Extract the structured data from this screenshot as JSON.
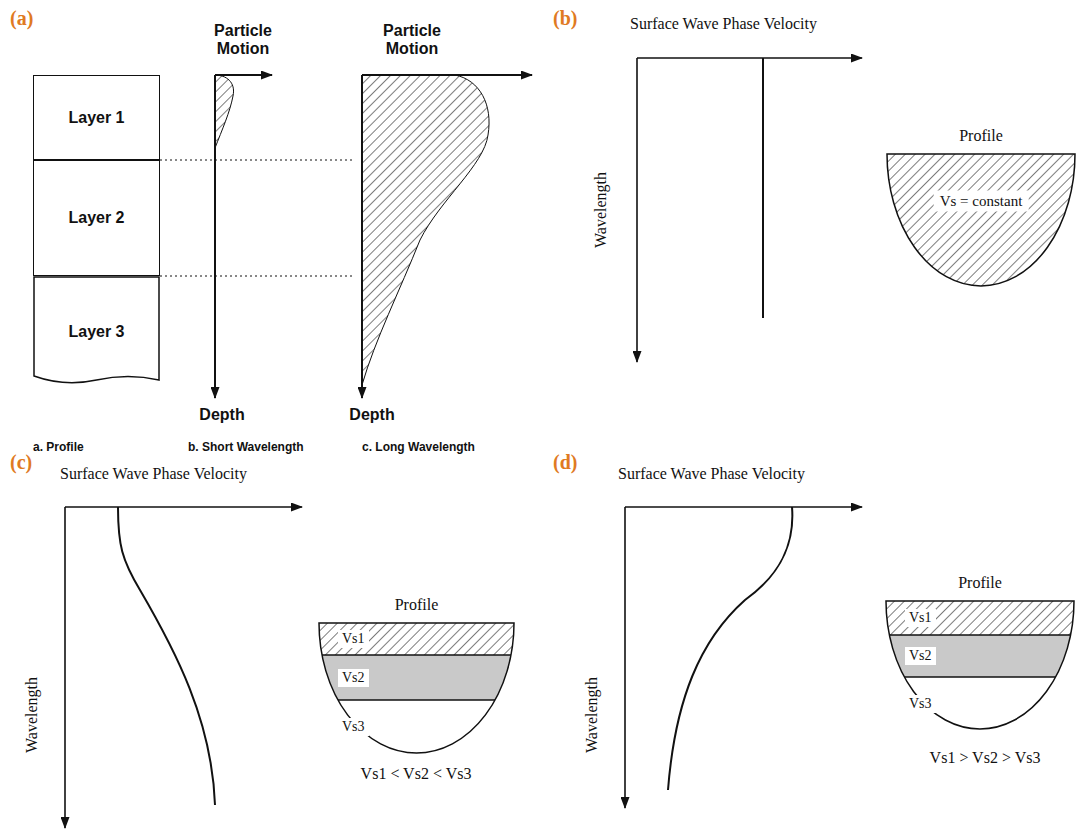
{
  "diagram": {
    "nodes": [
      {
        "text": [
          "Layer 1"
        ]
      },
      {
        "text": [
          "Layer 2"
        ]
      },
      {
        "text": [
          "Layer 3"
        ]
      },
      {
        "text": [
          "Profile",
          "Vs = constant"
        ]
      },
      {
        "text": [
          "Profile"
        ]
      },
      {
        "text": [
          "Vs1"
        ],
        "in": 4
      },
      {
        "text": [
          "Vs2"
        ],
        "in": 4
      },
      {
        "text": [
          "Vs3"
        ],
        "in": 4
      },
      {
        "text": [
          "Profile"
        ]
      },
      {
        "text": [
          "Vs1"
        ],
        "in": 8
      },
      {
        "text": [
          "Vs2"
        ],
        "in": 8
      },
      {
        "text": [
          "Vs3"
        ],
        "in": 8
      }
    ],
    "labels": [
      "(a)",
      "Particle Motion",
      "Particle Motion",
      "Depth",
      "Depth",
      "a. Profile",
      "b. Short Wavelength",
      "c. Long Wavelength",
      "(b)",
      "Surface Wave Phase Velocity",
      "Wavelength",
      "(c)",
      "Surface Wave Phase Velocity",
      "Wavelength",
      "Vs1 < Vs2 < Vs3",
      "(d)",
      "Surface Wave Phase Velocity",
      "Wavelength",
      "Vs1 > Vs2 > Vs3"
    ]
  }
}
